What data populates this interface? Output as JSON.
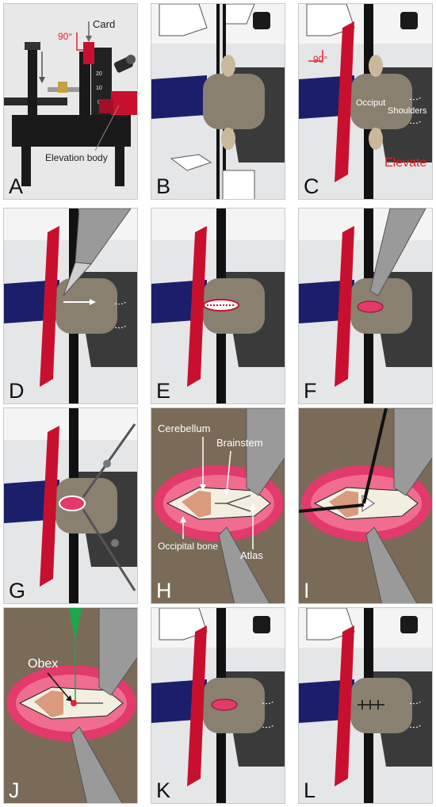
{
  "panels": [
    {
      "id": "A",
      "label": "A"
    },
    {
      "id": "B",
      "label": "B"
    },
    {
      "id": "C",
      "label": "C"
    },
    {
      "id": "D",
      "label": "D"
    },
    {
      "id": "E",
      "label": "E"
    },
    {
      "id": "F",
      "label": "F"
    },
    {
      "id": "G",
      "label": "G"
    },
    {
      "id": "H",
      "label": "H"
    },
    {
      "id": "I",
      "label": "I"
    },
    {
      "id": "J",
      "label": "J"
    },
    {
      "id": "K",
      "label": "K"
    },
    {
      "id": "L",
      "label": "L"
    }
  ],
  "annotations": {
    "card": "Card",
    "angle": "90°",
    "elevation_body": "Elevation body",
    "scale_ticks": [
      "20",
      "10",
      "0"
    ],
    "occiput": "Occiput",
    "shoulders": "Shoulders",
    "elevate": "Elevate",
    "cerebellum": "Cerebellum",
    "brainstem": "Brainstem",
    "occipital_bone": "Occipital bone",
    "atlas": "Atlas",
    "obex": "Obex"
  },
  "colors": {
    "card_red": "#c8102e",
    "label_red": "#e3242b",
    "body_blue": "#1b1f6b",
    "head_gray": "#8a8070",
    "dark_gray": "#3a3a3a",
    "tissue_pink": "#e23a6a",
    "background_tan": "#7a6a58",
    "needle_green": "#1aa84a"
  }
}
